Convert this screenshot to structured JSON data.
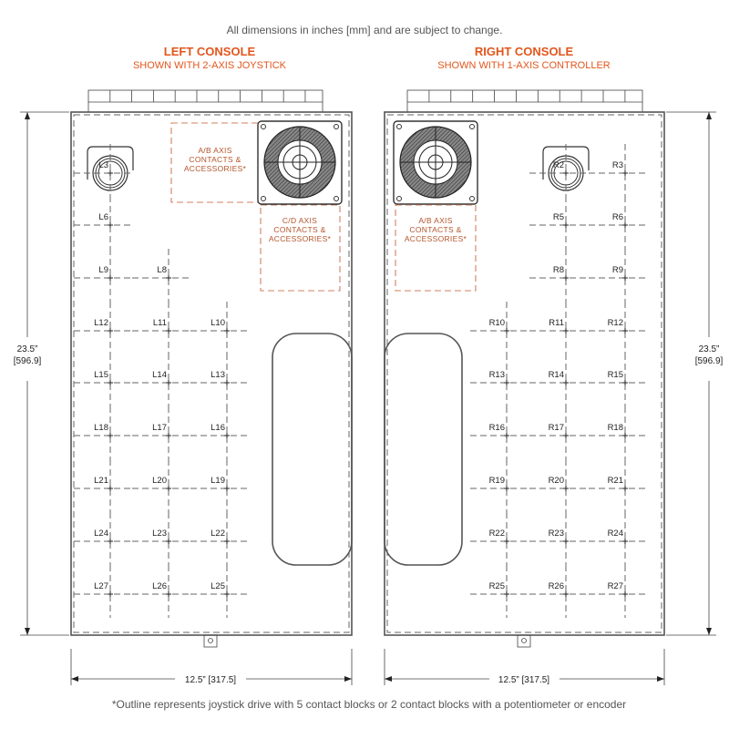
{
  "header_note": "All dimensions in inches [mm] and are subject to change.",
  "footer_note": "*Outline represents joystick drive with 5 contact blocks or 2 contact blocks with a potentiometer or encoder",
  "left_console": {
    "title": "LEFT CONSOLE",
    "subtitle": "SHOWN WITH 2-AXIS JOYSTICK",
    "ab_box": [
      "A/B AXIS",
      "CONTACTS &",
      "ACCESSORIES*"
    ],
    "cd_box": [
      "C/D AXIS",
      "CONTACTS &",
      "ACCESSORIES*"
    ],
    "positions": [
      "L3",
      "L6",
      "L9",
      "L8",
      "L12",
      "L11",
      "L10",
      "L15",
      "L14",
      "L13",
      "L18",
      "L17",
      "L16",
      "L21",
      "L20",
      "L19",
      "L24",
      "L23",
      "L22",
      "L27",
      "L26",
      "L25"
    ],
    "height_label": "23.5”",
    "height_mm": "[596.9]",
    "width_label": "12.5” [317.5]"
  },
  "right_console": {
    "title": "RIGHT CONSOLE",
    "subtitle": "SHOWN WITH 1-AXIS CONTROLLER",
    "ab_box": [
      "A/B AXIS",
      "CONTACTS &",
      "ACCESSORIES*"
    ],
    "positions": [
      "R2",
      "R3",
      "R5",
      "R6",
      "R8",
      "R9",
      "R10",
      "R11",
      "R12",
      "R13",
      "R14",
      "R15",
      "R16",
      "R17",
      "R18",
      "R19",
      "R20",
      "R21",
      "R22",
      "R23",
      "R24",
      "R25",
      "R26",
      "R27"
    ],
    "height_label": "23.5”",
    "height_mm": "[596.9]",
    "width_label": "12.5” [317.5]"
  },
  "colors": {
    "accent": "#e2561d",
    "annotation": "#b2542a",
    "line": "#555555"
  }
}
